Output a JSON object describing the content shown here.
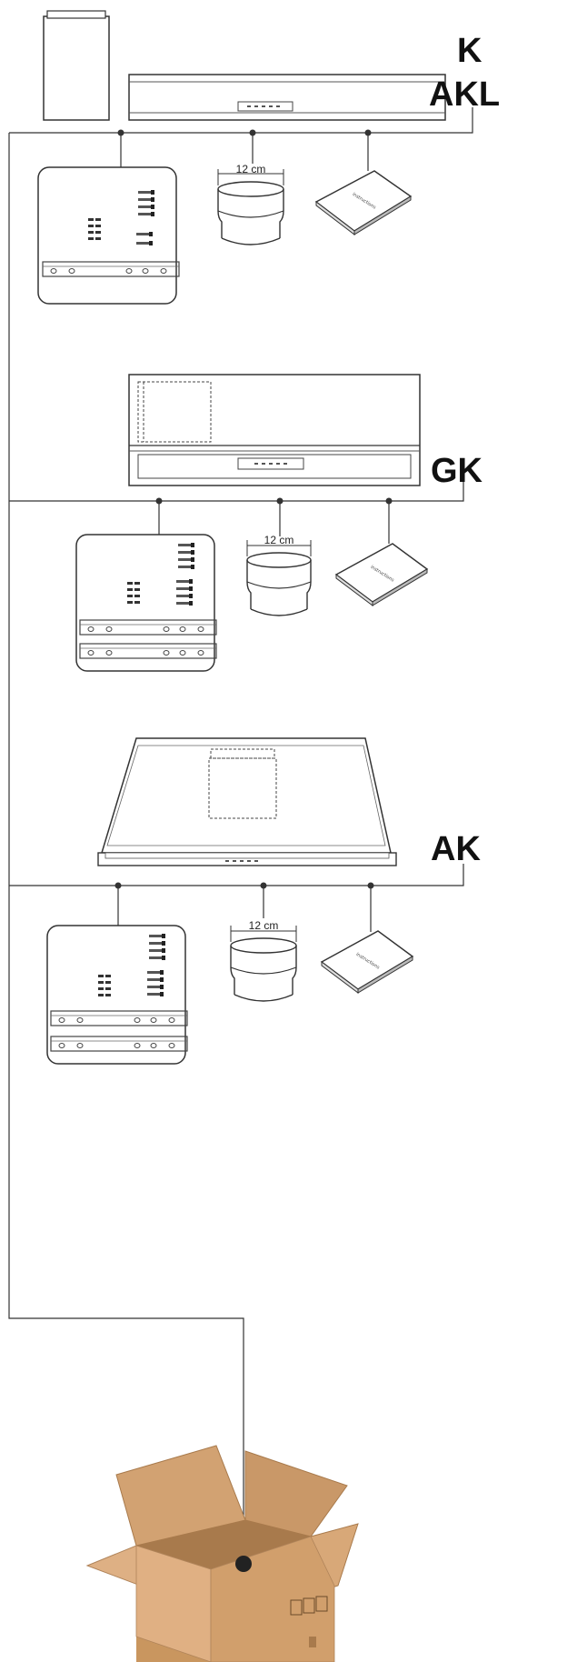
{
  "labels": {
    "k": "K",
    "akl": "AKL",
    "gk": "GK",
    "ak": "AK"
  },
  "duct_size": {
    "s1": "12 cm",
    "s2": "12 cm",
    "s3": "12 cm"
  },
  "booklet_text": "instructions",
  "colors": {
    "line": "#333333",
    "box_fill": "#d8a878",
    "box_shadow": "#c08f5f",
    "box_dark": "#a87a4c"
  },
  "icons": [
    "hood-icon",
    "duct-adapter-icon",
    "manual-booklet-icon",
    "hardware-kit-icon",
    "cardboard-box-icon"
  ]
}
